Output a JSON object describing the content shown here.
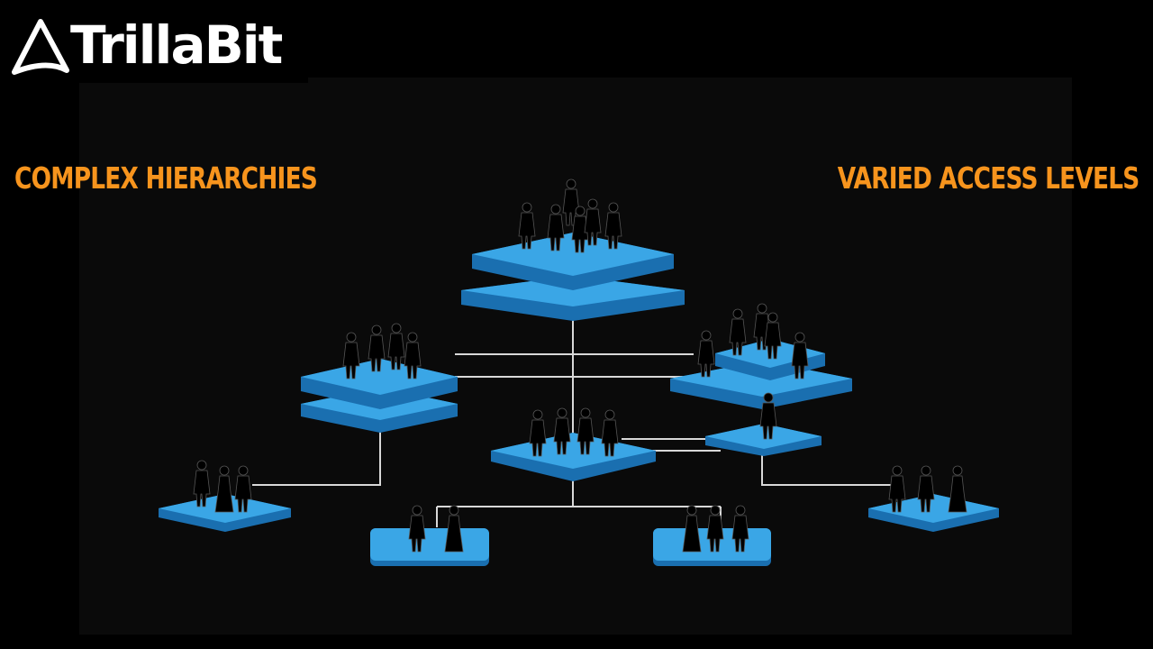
{
  "brand": {
    "name": "TrillaBit",
    "logo_icon": "triangle-logo-icon"
  },
  "headings": {
    "left": "COMPLEX HIERARCHIES",
    "right": "VARIED ACCESS LEVELS"
  },
  "colors": {
    "accent": "#f7941d",
    "platform_top": "#3aa6e6",
    "platform_side": "#1a6fb0",
    "connector": "#d8d8d8",
    "background": "#000000"
  }
}
